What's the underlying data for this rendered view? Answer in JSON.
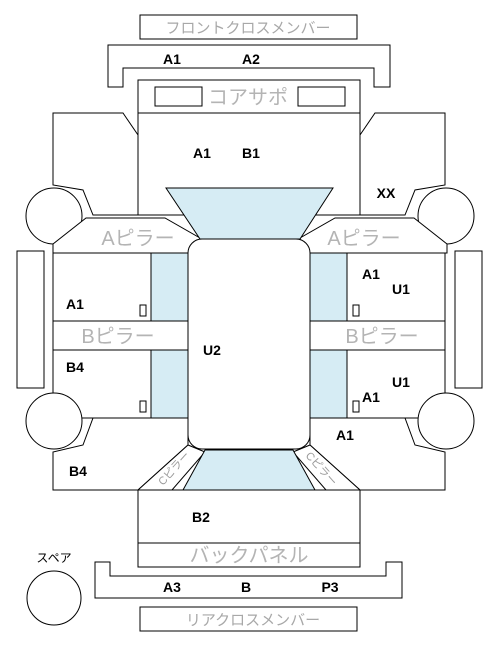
{
  "labels": {
    "front_cross_member": "フロントクロスメンバー",
    "core_support": "コアサポ",
    "a_pillar_left": "Aピラー",
    "a_pillar_right": "Aピラー",
    "b_pillar_left": "Bピラー",
    "b_pillar_right": "Bピラー",
    "back_panel": "バックパネル",
    "rear_cross_member": "リアクロスメンバー",
    "spare": "スペア",
    "c_pillar_left": "Cピラー",
    "c_pillar_right": "Cピラー"
  },
  "grades": {
    "front_cross_left": "A1",
    "front_cross_right": "A2",
    "hood_left": "A1",
    "hood_right": "B1",
    "front_right_fender": "XX",
    "front_right_door_top": "A1",
    "front_right_door": "U1",
    "front_left_door": "A1",
    "roof": "U2",
    "rear_left_door": "B4",
    "rear_right_door": "U1",
    "rear_right_door_bottom": "A1",
    "rear_right_quarter": "A1",
    "rear_left_quarter": "B4",
    "trunk": "B2",
    "rear_cross_left": "A3",
    "rear_cross_center": "B",
    "rear_cross_right": "P3"
  }
}
